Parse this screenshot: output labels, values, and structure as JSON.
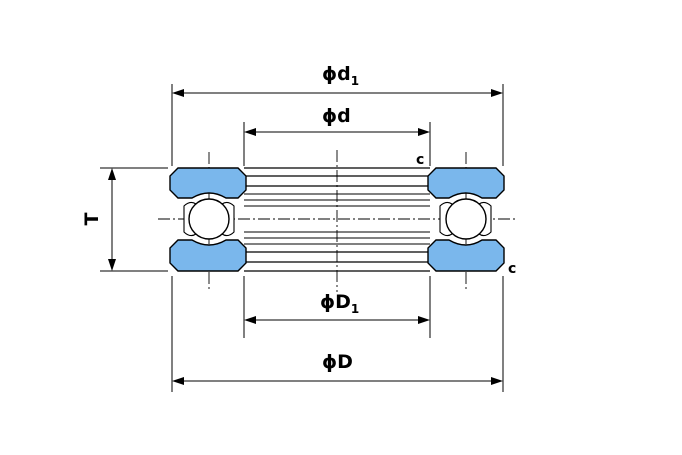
{
  "labels": {
    "d1": {
      "symbol": "ϕd",
      "sub": "1"
    },
    "d": {
      "symbol": "ϕd"
    },
    "D1": {
      "symbol": "ϕD",
      "sub": "1"
    },
    "D": {
      "symbol": "ϕD"
    },
    "T": "T",
    "chamfer_top": "c",
    "chamfer_bottom": "c"
  },
  "colors": {
    "ring_fill": "#7ab7ec",
    "line": "#000000"
  }
}
